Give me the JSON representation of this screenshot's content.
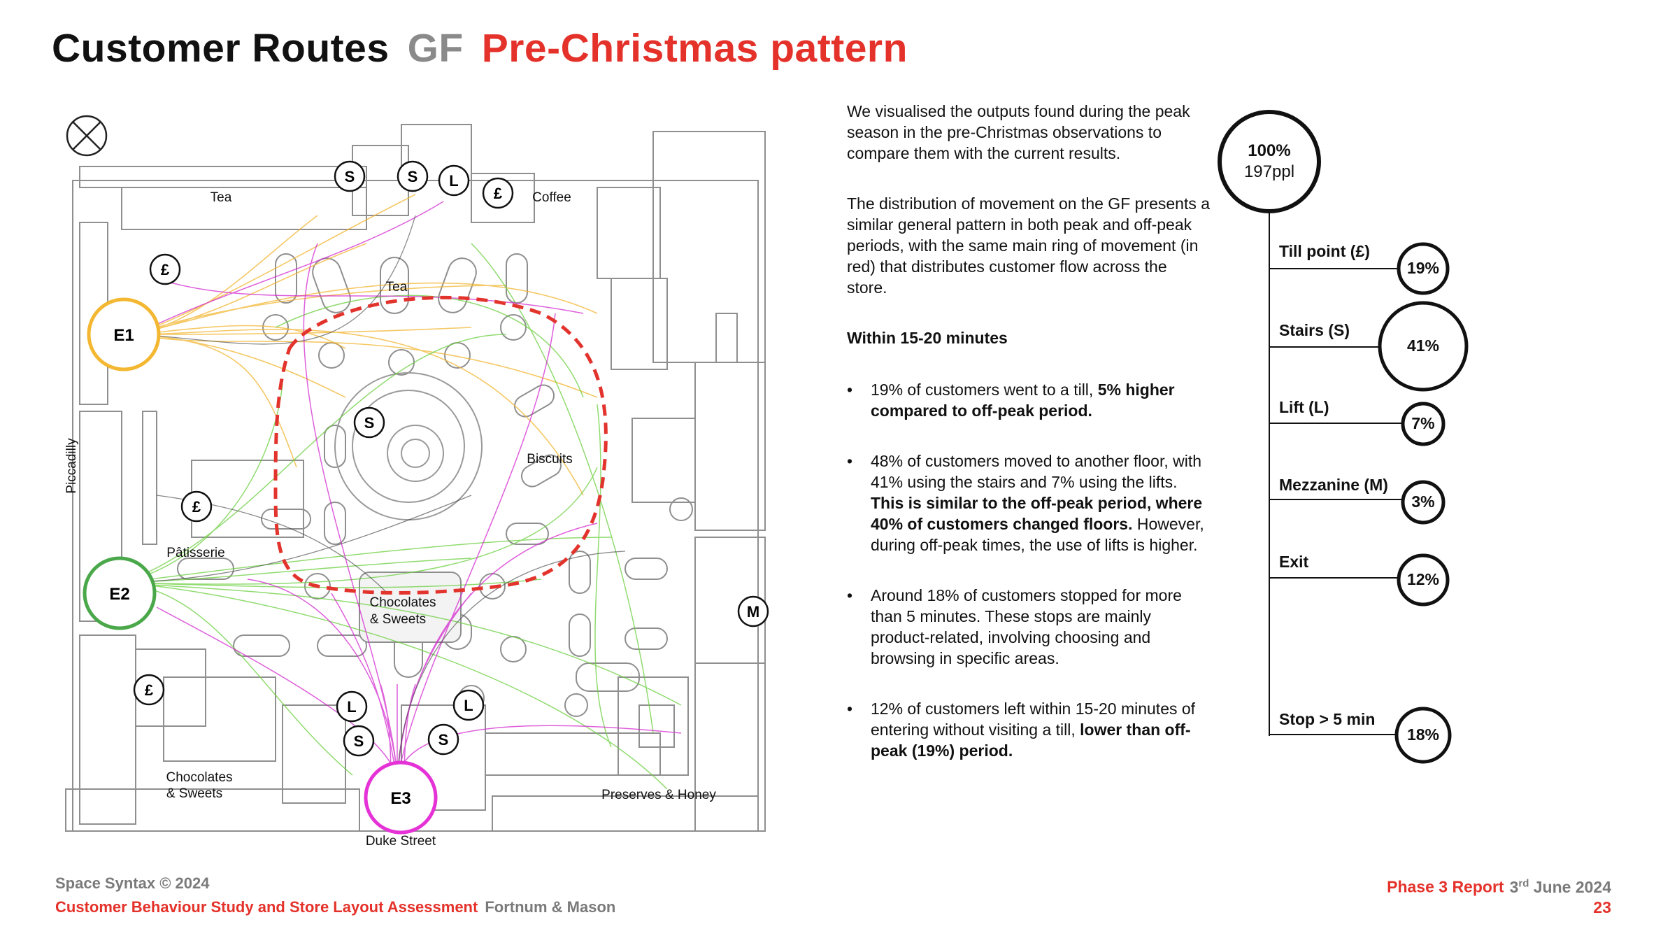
{
  "title": {
    "main": "Customer Routes",
    "floor": "GF",
    "pattern": "Pre-Christmas pattern"
  },
  "colors": {
    "accent_red": "#e4322b",
    "grey": "#8a8a8a",
    "entrance_e1": "#f3b731",
    "entrance_e2": "#4aa84a",
    "entrance_e3": "#e532d6",
    "route_yellow": "#f2b632",
    "route_green": "#6ccf3f",
    "route_magenta": "#d42ad0",
    "route_red": "#e2332d",
    "route_dark": "#3a3a3a"
  },
  "plan": {
    "compass_icon": "north-arrow-icon",
    "street_left": "Piccadilly",
    "street_bottom": "Duke Street",
    "areas": {
      "tea_top": "Tea",
      "tea_center": "Tea",
      "coffee": "Coffee",
      "biscuits": "Biscuits",
      "patisserie": "Pâtisserie",
      "chocolates_center_1": "Chocolates",
      "chocolates_center_2": "& Sweets",
      "chocolates_bottom_1": "Chocolates",
      "chocolates_bottom_2": "& Sweets",
      "preserves": "Preserves & Honey"
    },
    "entrances": {
      "e1": "E1",
      "e2": "E2",
      "e3": "E3"
    },
    "markers": {
      "stairs": "S",
      "lift": "L",
      "till": "£",
      "mezzanine": "M"
    }
  },
  "text": {
    "intro": "We visualised the outputs found during the peak season in the pre-Christmas observations to compare them with the current results.",
    "distribution": "The distribution of movement on the GF presents a similar general pattern in both peak and off-peak periods, with the same main ring of movement (in red) that distributes customer flow across the store.",
    "heading": "Within 15-20 minutes",
    "bullets": [
      {
        "normal": "19% of customers went to a till, ",
        "bold": "5% higher compared to off-peak period.",
        "tail": ""
      },
      {
        "normal": "48% of customers moved to another floor, with 41% using the stairs and 7% using the lifts. ",
        "bold": "This is similar to the off-peak period, where 40% of customers changed floors.",
        "tail": " However, during off-peak times, the use of lifts is higher."
      },
      {
        "normal": "Around 18% of customers stopped for more than 5 minutes. These stops are mainly product-related, involving choosing and browsing in specific areas.",
        "bold": "",
        "tail": ""
      },
      {
        "normal": "12% of customers left within 15-20 minutes of entering without visiting a till, ",
        "bold": "lower than off-peak (19%) period.",
        "tail": ""
      }
    ]
  },
  "flow": {
    "root_pct": "100%",
    "root_count": "197ppl",
    "branches": [
      {
        "label": "Till point (£)",
        "pct": "19%",
        "value": 19
      },
      {
        "label": "Stairs (S)",
        "pct": "41%",
        "value": 41
      },
      {
        "label": "Lift  (L)",
        "pct": "7%",
        "value": 7
      },
      {
        "label": "Mezzanine  (M)",
        "pct": "3%",
        "value": 3
      },
      {
        "label": "Exit",
        "pct": "12%",
        "value": 12
      },
      {
        "label": "Stop > 5 min",
        "pct": "18%",
        "value": 18
      }
    ]
  },
  "footer": {
    "copyright": "Space Syntax © 2024",
    "study": "Customer Behaviour Study and Store Layout Assessment",
    "client": "Fortnum & Mason",
    "report": "Phase 3 Report",
    "date_day": "3",
    "date_sup": "rd",
    "date_rest": " June 2024",
    "page": "23"
  }
}
